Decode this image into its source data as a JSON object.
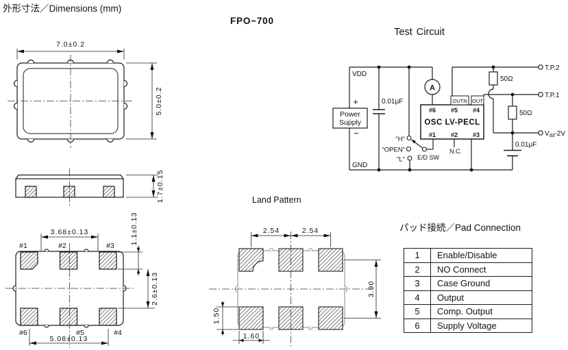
{
  "page": {
    "title": "外形寸法／Dimensions (mm)",
    "model": "FPO−700",
    "accent_color": "#0000cc"
  },
  "test_circuit": {
    "title": "Test Circuit",
    "power_rail_top": "VDD",
    "power_rail_bottom": "GND",
    "power_supply_line1": "Power",
    "power_supply_line2": "Supply",
    "plus": "+",
    "minus": "−",
    "cap_left": "0.01μF",
    "cap_right": "0.01μF",
    "ammeter": "A",
    "osc_label": "OSC LV-PECL",
    "tab_outn": "OUTN",
    "tab_out": "OUT",
    "pin6": "#6",
    "pin5": "#5",
    "pin4": "#4",
    "pin1": "#1",
    "pin2": "#2",
    "pin3": "#3",
    "sw_high": "\"H\"",
    "sw_open": "\"OPEN\"",
    "sw_low": "\"L\"",
    "sw_name": "E/D SW",
    "nc": "N.C.",
    "r_top": "50Ω",
    "r_mid": "50Ω",
    "tp2": "T.P.2",
    "tp1": "T.P.1",
    "vdd2v": {
      "main": "V",
      "sub": "dd",
      "rest": "-2V"
    }
  },
  "outline": {
    "dim_width": "7.0±0.2",
    "dim_height": "5.0±0.2",
    "dim_thickness": "1.7±0.15"
  },
  "bottom_view": {
    "pad1": "#1",
    "pad2": "#2",
    "pad3": "#3",
    "pad6": "#6",
    "pad5": "#5",
    "pad4": "#4",
    "dim_top_span": "3.68±0.13",
    "dim_bottom_span": "5.08±0.13",
    "dim_pad_height": "1.1±0.13",
    "dim_row_gap": "2.6±0.13"
  },
  "land_pattern": {
    "title": "Land  Pattern",
    "dim_pitch_left": "2.54",
    "dim_pitch_right": "2.54",
    "dim_vertical": "3.90",
    "dim_pad_height": "1.50",
    "dim_pad_width": "1.60"
  },
  "pad_connection": {
    "title": "パッド接続／Pad Connection",
    "rows": [
      {
        "pad": "1",
        "function": "Enable/Disable"
      },
      {
        "pad": "2",
        "function": "NO Connect"
      },
      {
        "pad": "3",
        "function": "Case Ground"
      },
      {
        "pad": "4",
        "function": "Output"
      },
      {
        "pad": "5",
        "function": "Comp. Output"
      },
      {
        "pad": "6",
        "function": "Supply Voltage"
      }
    ]
  }
}
